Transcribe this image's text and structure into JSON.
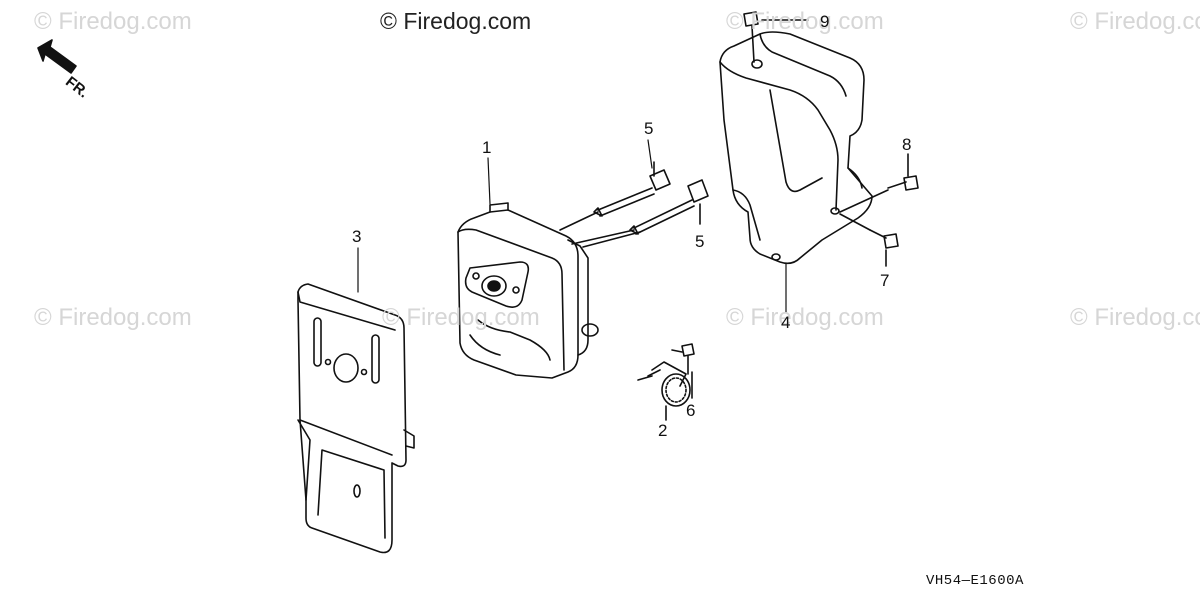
{
  "watermark": {
    "main": "© Firedog.com",
    "faint": "© Firedog.com"
  },
  "direction": {
    "label": "FR."
  },
  "diagram_code": "VH54—E1600A",
  "callouts": {
    "c1": "1",
    "c2": "2",
    "c3": "3",
    "c4": "4",
    "c5a": "5",
    "c5b": "5",
    "c6": "6",
    "c7": "7",
    "c8": "8",
    "c9": "9"
  }
}
